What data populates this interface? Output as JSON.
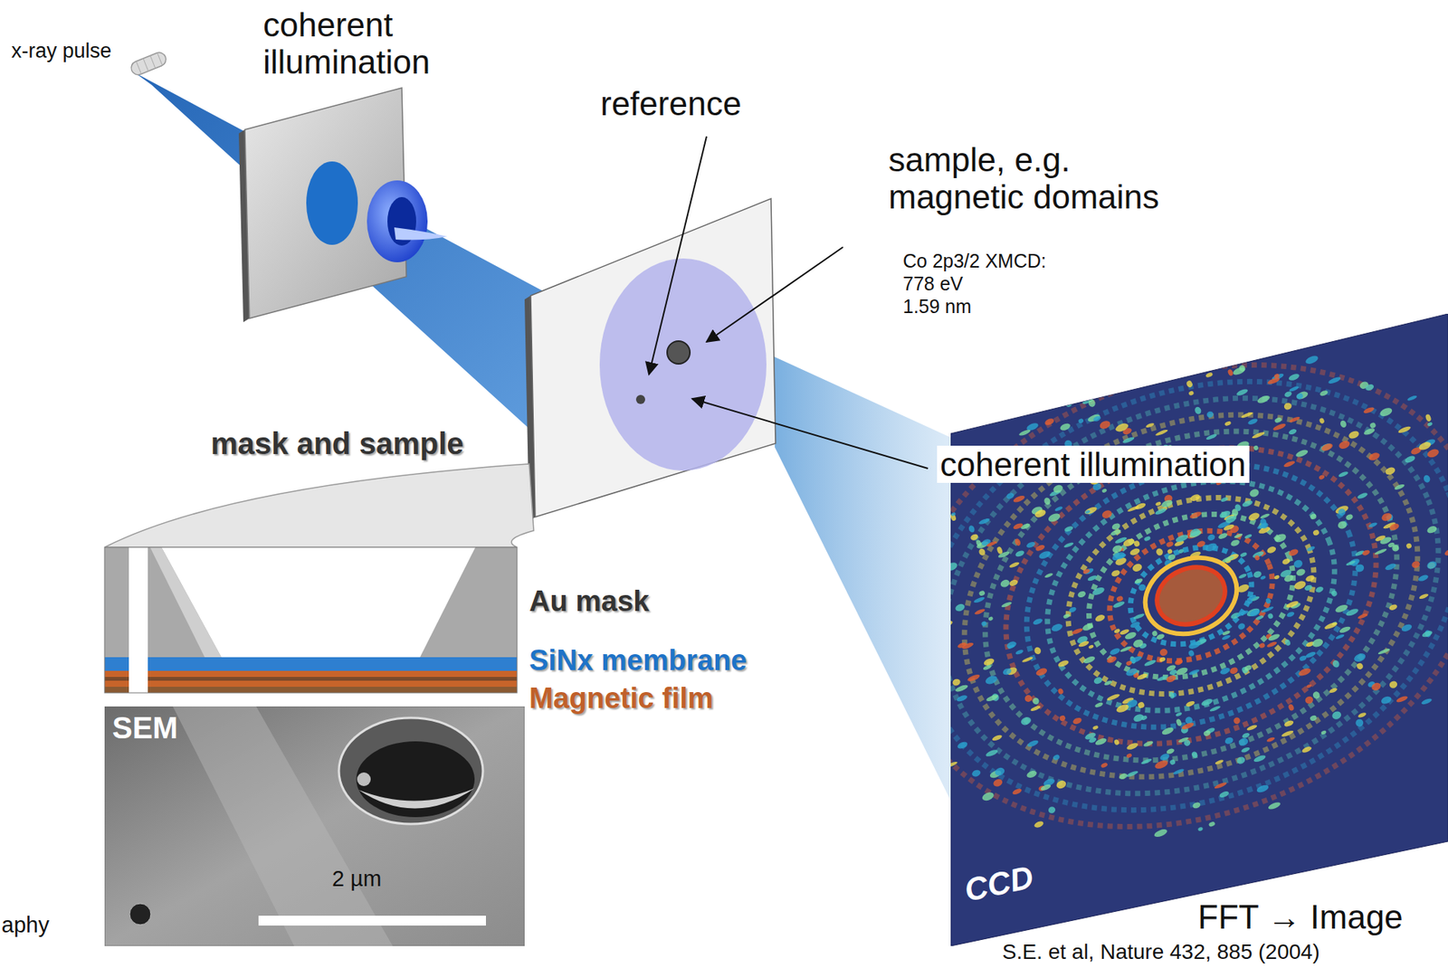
{
  "diagram": {
    "nodes": [
      {
        "text": [
          "SEM",
          "2 µm"
        ]
      },
      {
        "text": [
          "CCD"
        ]
      }
    ],
    "labels": [
      "x-ray pulse",
      "coherent illumination",
      "reference",
      "sample, e.g. magnetic domains",
      "Co 2p3/2 XMCD:",
      "778 eV",
      "1.59 nm",
      "coherent illumination",
      "mask and sample",
      "Au mask",
      "SiNx membrane",
      "Magnetic film",
      "FFT → Image",
      "S.E. et al, Nature 432, 885 (2004)",
      "aphy"
    ]
  }
}
